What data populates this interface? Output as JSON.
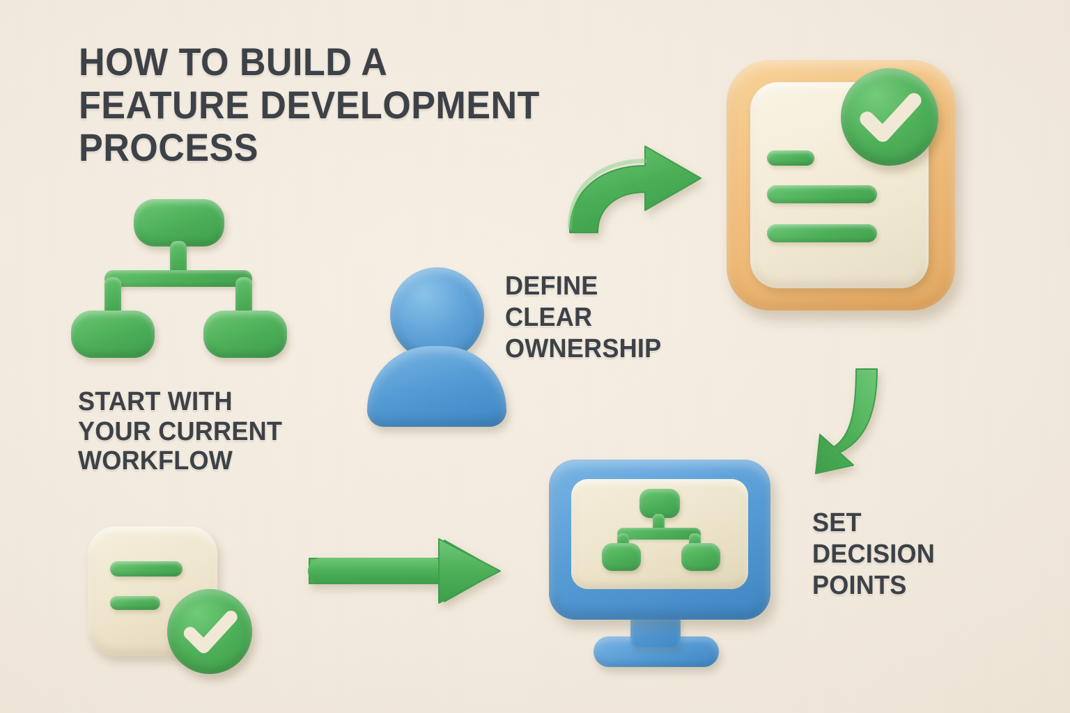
{
  "meta": {
    "background_color": "#f3ebdf",
    "text_color": "#3d4248",
    "accent_green": "#4caf58",
    "accent_blue": "#549cd6",
    "accent_orange": "#f2bf7c",
    "accent_cream": "#f3ebd6"
  },
  "title": "HOW TO BUILD A\nFEATURE DEVELOPMENT\nPROCESS",
  "steps": [
    {
      "id": "start-with-your-current-workflow",
      "label": "START WITH\nYOUR CURRENT\nWORKFLOW",
      "icon": "org-chart-icon"
    },
    {
      "id": "define-clear-ownership",
      "label": "DEFINE\nCLEAR\nOWNERSHIP",
      "icon": "person-icon"
    },
    {
      "id": "set-decision-points",
      "label": "SET\nDECISION\nPOINTS",
      "icon": "checklist-card-icon"
    }
  ],
  "icons": {
    "org_chart": "org-chart-icon",
    "person": "person-icon",
    "checklist_card": "checklist-card-icon",
    "document_check": "document-check-icon",
    "monitor_flowchart": "monitor-flowchart-icon",
    "arrow_curve_right": "arrow-curve-right-icon",
    "arrow_curve_down": "arrow-curve-down-icon",
    "arrow_straight_right": "arrow-straight-right-icon",
    "check_mark": "check-icon"
  }
}
